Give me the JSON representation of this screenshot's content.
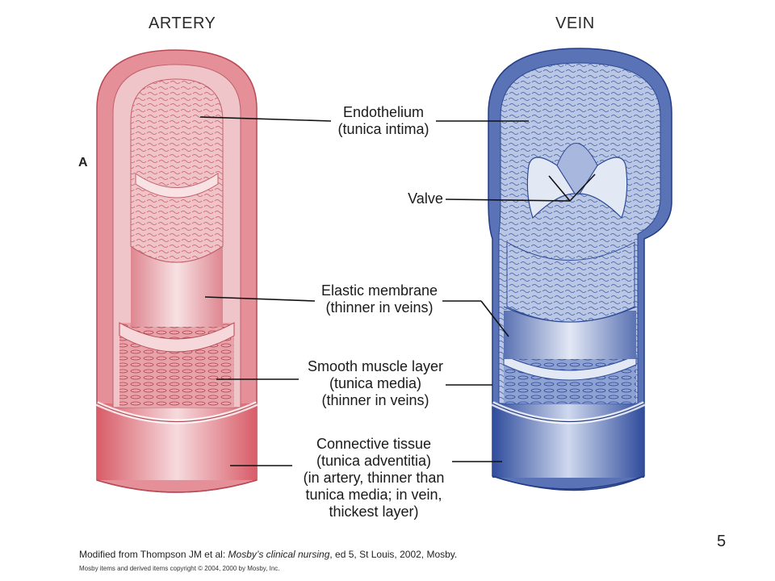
{
  "titles": {
    "artery": "ARTERY",
    "vein": "VEIN"
  },
  "panel_label": "A",
  "labels": {
    "endothelium": [
      "Endothelium",
      "(tunica intima)"
    ],
    "valve": [
      "Valve"
    ],
    "elastic": [
      "Elastic membrane",
      "(thinner in veins)"
    ],
    "muscle": [
      "Smooth muscle layer",
      "(tunica media)",
      "(thinner in veins)"
    ],
    "connective": [
      "Connective tissue",
      "(tunica adventitia)",
      "(in artery, thinner than",
      "tunica media; in vein,",
      "thickest layer)"
    ]
  },
  "credit": {
    "prefix": "Modified from Thompson JM et al: ",
    "book": "Mosby’s clinical nursing",
    "suffix": ", ed 5, St Louis, 2002, Mosby."
  },
  "copyright": "Mosby items and derived items copyright © 2004, 2000 by Mosby, Inc.",
  "slide_number": "5",
  "colors": {
    "artery": "#d9707a",
    "vein": "#3d5aa3"
  }
}
